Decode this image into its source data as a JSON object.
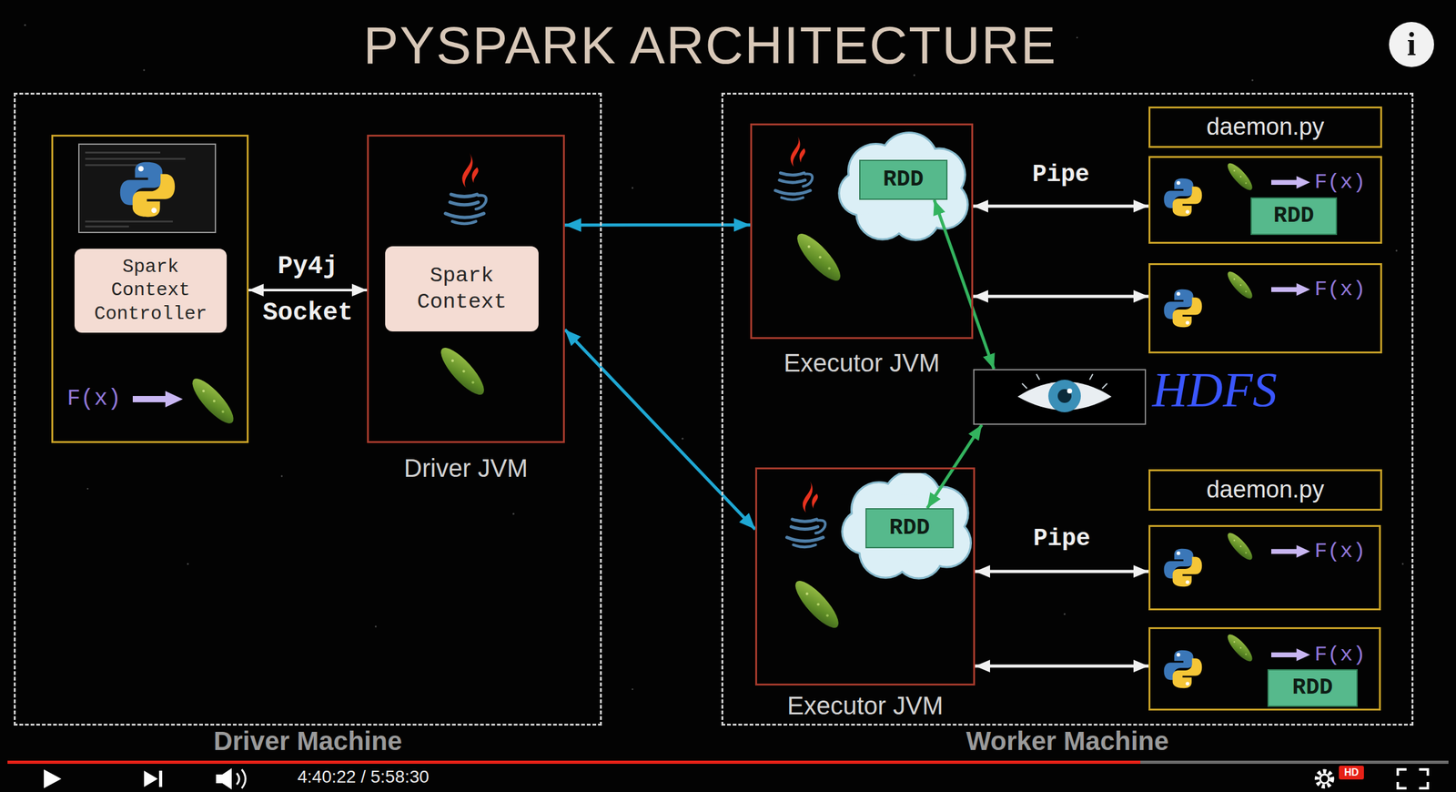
{
  "diagram": {
    "title": "PYSPARK ARCHITECTURE",
    "nodes": [
      {
        "text": [
          "Driver Machine"
        ]
      },
      {
        "text": [
          "F(x)"
        ],
        "in": 0
      },
      {
        "text": [
          "Spark Context Controller"
        ],
        "in": 1
      },
      {
        "text": [
          "Driver JVM"
        ],
        "in": 0
      },
      {
        "text": [
          "Spark Context"
        ],
        "in": 3
      },
      {
        "text": [
          "Worker Machine"
        ]
      },
      {
        "text": [
          "Executor JVM"
        ],
        "in": 5
      },
      {
        "text": [
          "RDD"
        ],
        "in": 6
      },
      {
        "text": [
          "daemon.py"
        ],
        "in": 5
      },
      {
        "text": [
          "F(x)"
        ],
        "in": 5
      },
      {
        "text": [
          "RDD"
        ],
        "in": 9
      },
      {
        "text": [
          "F(x)"
        ],
        "in": 5
      },
      {
        "text": [
          "HDFS"
        ],
        "in": 5
      },
      {
        "text": [
          "Executor JVM"
        ],
        "in": 5
      },
      {
        "text": [
          "RDD"
        ],
        "in": 13
      },
      {
        "text": [
          "daemon.py"
        ],
        "in": 5
      },
      {
        "text": [
          "F(x)"
        ],
        "in": 5
      },
      {
        "text": [
          "F(x)"
        ],
        "in": 5
      },
      {
        "text": [
          "RDD"
        ],
        "in": 17
      }
    ],
    "edges": [
      {
        "from": 1,
        "to": 3,
        "label": "Py4j Socket",
        "arrow": "both"
      },
      {
        "from": 3,
        "to": 6,
        "arrow": "both"
      },
      {
        "from": 3,
        "to": 13,
        "arrow": "both"
      },
      {
        "from": 7,
        "to": 12,
        "arrow": "both"
      },
      {
        "from": 12,
        "to": 14,
        "arrow": "both"
      },
      {
        "from": 6,
        "to": 9,
        "label": "Pipe",
        "arrow": "both"
      },
      {
        "from": 6,
        "to": 11,
        "arrow": "both"
      },
      {
        "from": 13,
        "to": 16,
        "label": "Pipe",
        "arrow": "both"
      },
      {
        "from": 13,
        "to": 17,
        "arrow": "both"
      }
    ],
    "labels": [
      "i",
      "4:40:22 / 5:58:30",
      "HD"
    ]
  }
}
